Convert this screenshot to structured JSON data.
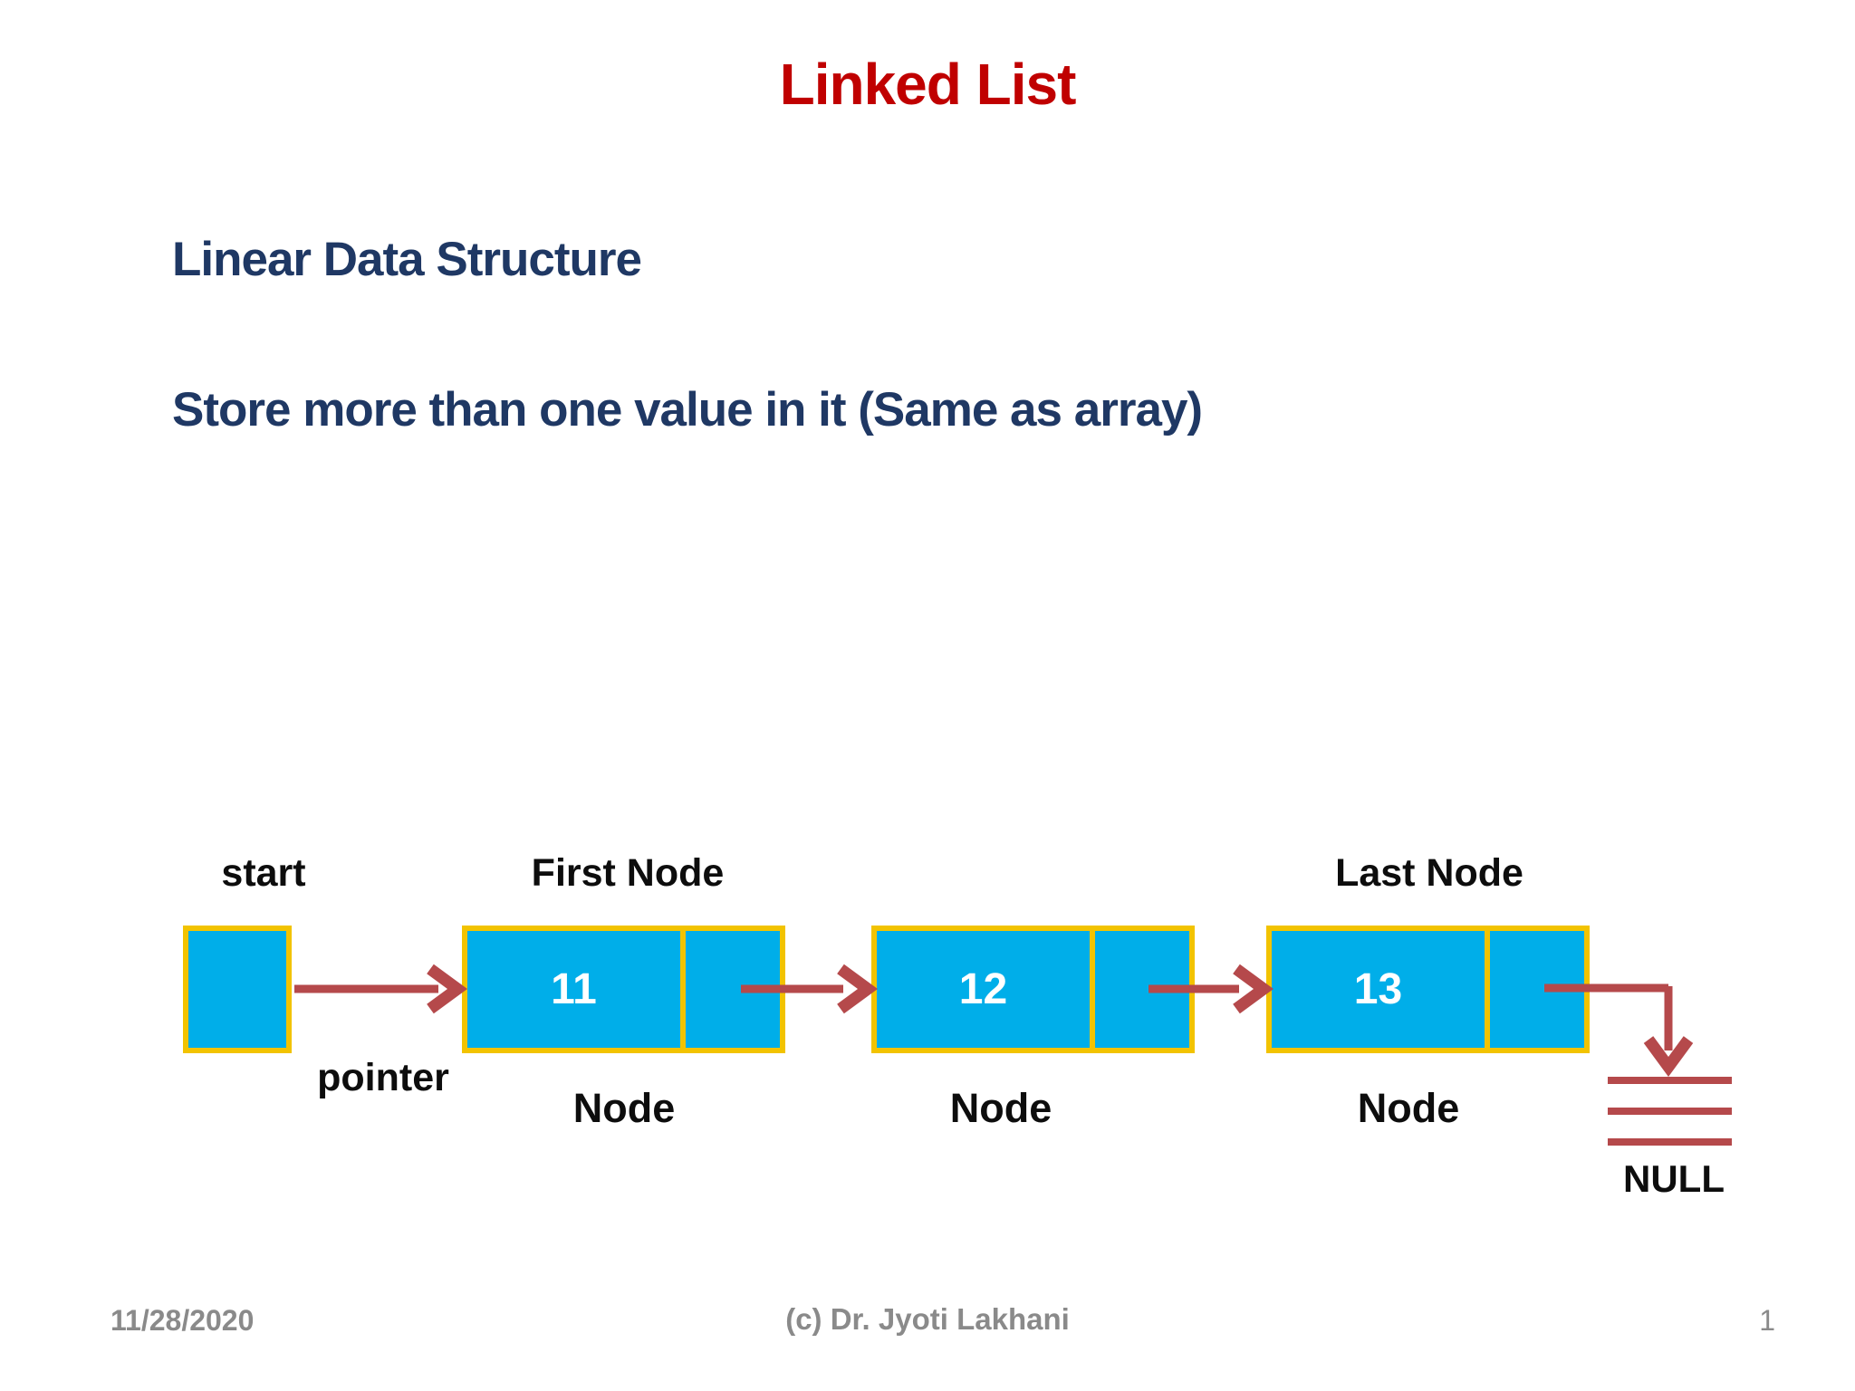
{
  "slide": {
    "title": "Linked List",
    "bullets": [
      "Linear Data Structure",
      "Store more than one value in it (Same as array)"
    ],
    "footer": {
      "date": "11/28/2020",
      "credit": "(c) Dr. Jyoti Lakhani",
      "page": "1"
    }
  },
  "diagram": {
    "start_label": "start",
    "pointer_label": "pointer",
    "first_node_label": "First Node",
    "last_node_label": "Last Node",
    "null_label": "NULL",
    "nodes": [
      {
        "value": "11",
        "caption": "Node"
      },
      {
        "value": "12",
        "caption": "Node"
      },
      {
        "value": "13",
        "caption": "Node"
      }
    ],
    "colors": {
      "node_fill": "#00AEE9",
      "node_border": "#F2C300",
      "arrow": "#B5494B",
      "title_color": "#C00000",
      "body_color": "#1F3864",
      "label_color": "#0D0D0D",
      "footer_color": "#8A8A8A"
    }
  }
}
